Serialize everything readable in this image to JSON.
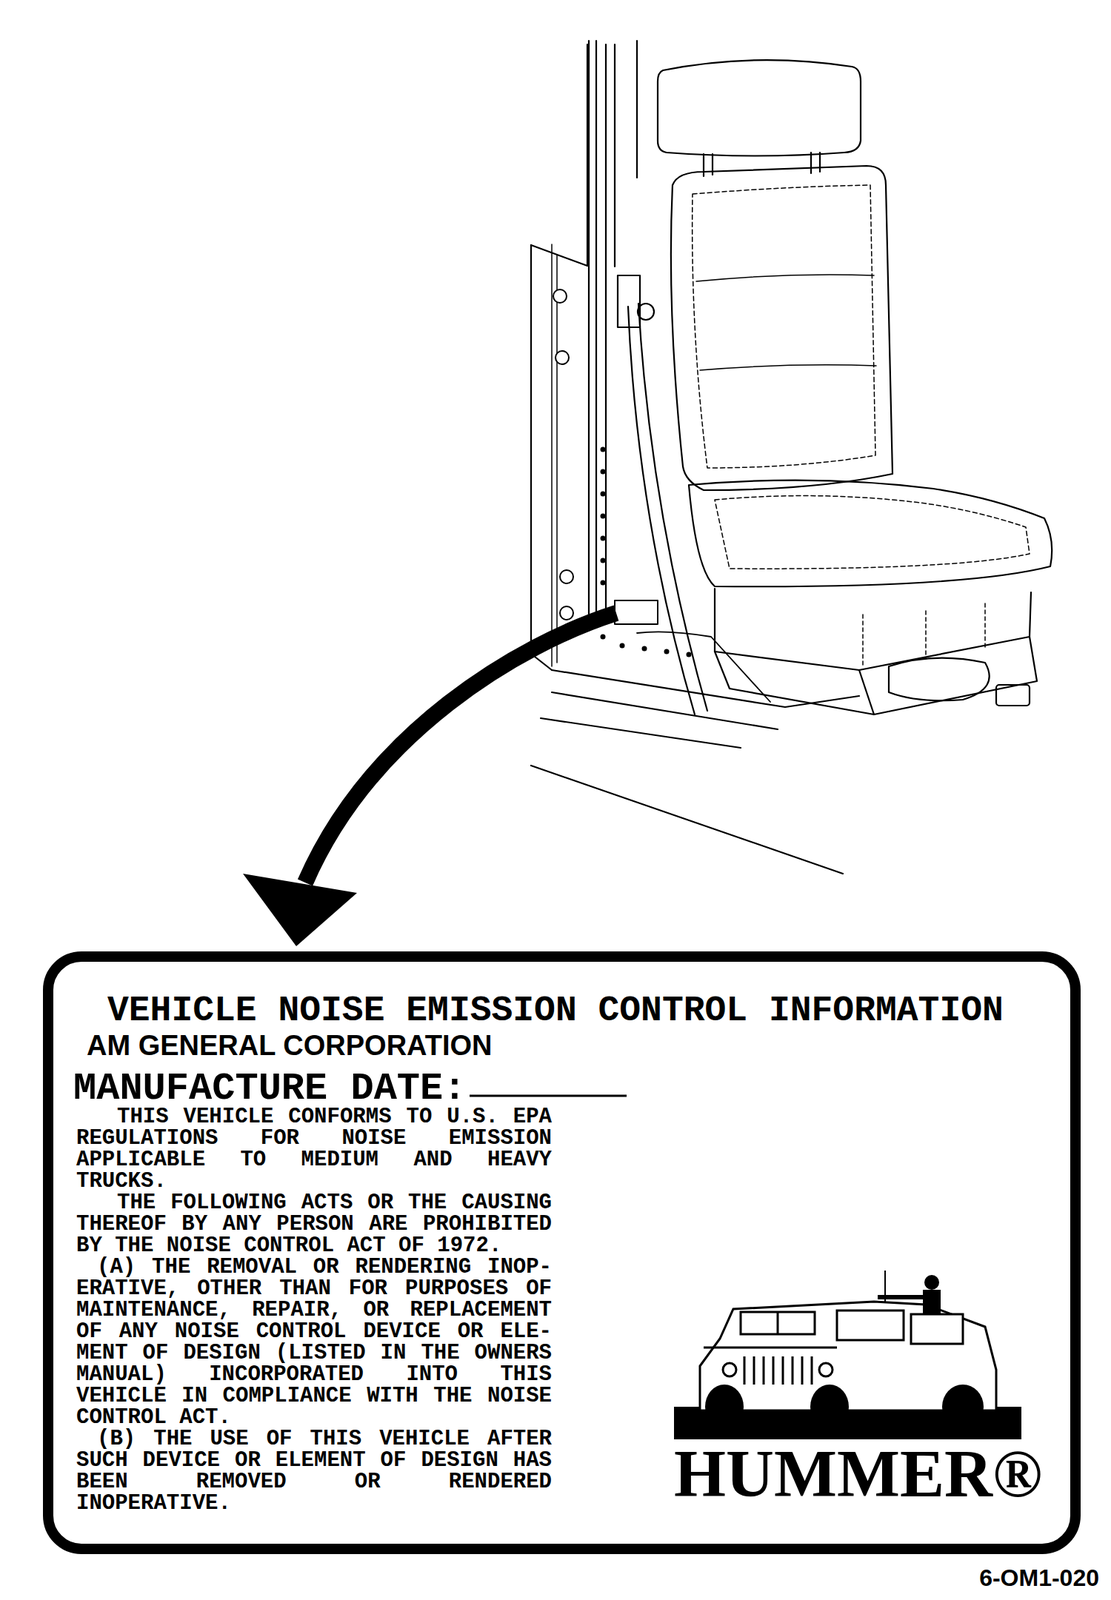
{
  "diagram": {
    "nodes": [
      {
        "text": [
          "VEHICLE NOISE EMISSION CONTROL INFORMATION",
          "AM GENERAL CORPORATION",
          "MANUFACTURE DATE:",
          "THIS VEHICLE CONFORMS TO U.S. EPA REGULATIONS FOR NOISE EMISSION APPLICABLE TO MEDIUM AND HEAVY TRUCKS.",
          "THE FOLLOWING ACTS OR THE CAUSING THEREOF BY ANY PERSON ARE PROHIBITED BY THE NOISE CONTROL ACT OF 1972.",
          "(A) THE REMOVAL OR RENDERING INOP- ERATIVE, OTHER THAN FOR PURPOSES OF MAINTENANCE, REPAIR, OR REPLACEMENT OF ANY NOISE CONTROL DEVICE OR ELE- MENT OF DESIGN (LISTED IN THE OWNERS MANUAL) INCORPORATED INTO THIS VEHICLE IN COMPLIANCE WITH THE NOISE CONTROL ACT.",
          "(B) THE USE OF THIS VEHICLE AFTER SUCH DEVICE OR ELEMENT OF DESIGN HAS BEEN REMOVED OR RENDERED INOPERATIVE.",
          "HUMMER®"
        ]
      }
    ],
    "labels": [
      "6-OM1-020"
    ]
  }
}
